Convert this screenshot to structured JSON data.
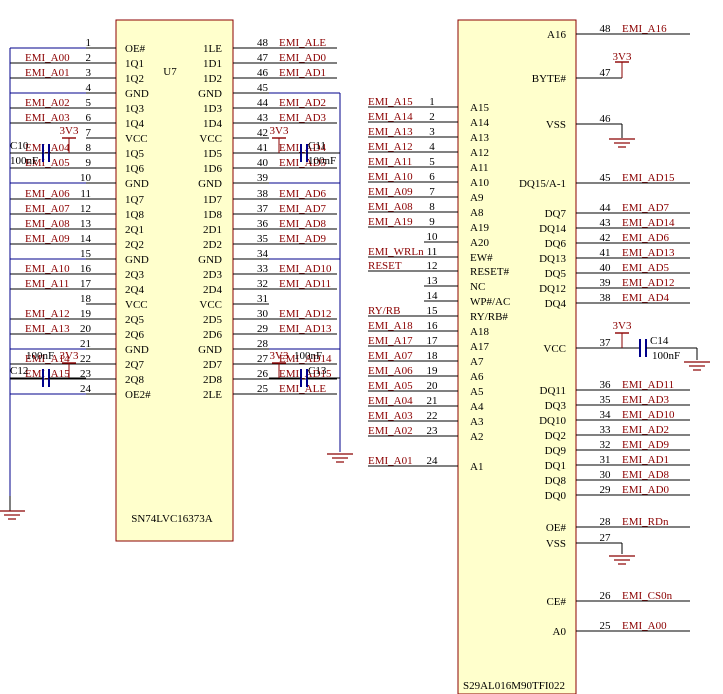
{
  "colors": {
    "wire": "#000000",
    "bus": "#00008b",
    "net": "#8b0000",
    "chip_fill": "#ffffcc",
    "chip_border": "#8b0000",
    "cap": "#00008b",
    "ground": "#8b0000"
  },
  "u7": {
    "ref": "U7",
    "part": "SN74LVC16373A",
    "left_pins": [
      {
        "num": "1",
        "name": "OE#",
        "net": "EMI_A00"
      },
      {
        "num": "2",
        "name": "1Q1",
        "net": "EMI_A00"
      },
      {
        "num": "3",
        "name": "1Q2",
        "net": "EMI_A01"
      },
      {
        "num": "4",
        "name": "GND",
        "net": ""
      },
      {
        "num": "5",
        "name": "1Q3",
        "net": "EMI_A02"
      },
      {
        "num": "6",
        "name": "1Q4",
        "net": "EMI_A03"
      },
      {
        "num": "7",
        "name": "VCC",
        "net": ""
      },
      {
        "num": "8",
        "name": "1Q5",
        "net": "EMI_A04"
      },
      {
        "num": "9",
        "name": "1Q6",
        "net": "EMI_A05"
      },
      {
        "num": "10",
        "name": "GND",
        "net": ""
      },
      {
        "num": "11",
        "name": "1Q7",
        "net": "EMI_A06"
      },
      {
        "num": "12",
        "name": "1Q8",
        "net": "EMI_A07"
      },
      {
        "num": "13",
        "name": "2Q1",
        "net": "EMI_A08"
      },
      {
        "num": "14",
        "name": "2Q2",
        "net": "EMI_A09"
      },
      {
        "num": "15",
        "name": "GND",
        "net": ""
      },
      {
        "num": "16",
        "name": "2Q3",
        "net": "EMI_A10"
      },
      {
        "num": "17",
        "name": "2Q4",
        "net": "EMI_A11"
      },
      {
        "num": "18",
        "name": "VCC",
        "net": ""
      },
      {
        "num": "19",
        "name": "2Q5",
        "net": "EMI_A12"
      },
      {
        "num": "20",
        "name": "2Q6",
        "net": "EMI_A13"
      },
      {
        "num": "21",
        "name": "GND",
        "net": ""
      },
      {
        "num": "22",
        "name": "2Q7",
        "net": "EMI_A14"
      },
      {
        "num": "23",
        "name": "2Q8",
        "net": "EMI_A15"
      },
      {
        "num": "24",
        "name": "OE2#",
        "net": ""
      }
    ],
    "right_pins": [
      {
        "num": "48",
        "name": "1LE",
        "net": "EMI_ALE"
      },
      {
        "num": "47",
        "name": "1D1",
        "net": "EMI_AD0"
      },
      {
        "num": "46",
        "name": "1D2",
        "net": "EMI_AD1"
      },
      {
        "num": "45",
        "name": "GND",
        "net": ""
      },
      {
        "num": "44",
        "name": "1D3",
        "net": "EMI_AD2"
      },
      {
        "num": "43",
        "name": "1D4",
        "net": "EMI_AD3"
      },
      {
        "num": "42",
        "name": "VCC",
        "net": ""
      },
      {
        "num": "41",
        "name": "1D5",
        "net": "EMI_AD4"
      },
      {
        "num": "40",
        "name": "1D6",
        "net": "EMI_AD5"
      },
      {
        "num": "39",
        "name": "GND",
        "net": ""
      },
      {
        "num": "38",
        "name": "1D7",
        "net": "EMI_AD6"
      },
      {
        "num": "37",
        "name": "1D8",
        "net": "EMI_AD7"
      },
      {
        "num": "36",
        "name": "2D1",
        "net": "EMI_AD8"
      },
      {
        "num": "35",
        "name": "2D2",
        "net": "EMI_AD9"
      },
      {
        "num": "34",
        "name": "GND",
        "net": ""
      },
      {
        "num": "33",
        "name": "2D3",
        "net": "EMI_AD10"
      },
      {
        "num": "32",
        "name": "2D4",
        "net": "EMI_AD11"
      },
      {
        "num": "31",
        "name": "VCC",
        "net": ""
      },
      {
        "num": "30",
        "name": "2D5",
        "net": "EMI_AD12"
      },
      {
        "num": "29",
        "name": "2D6",
        "net": "EMI_AD13"
      },
      {
        "num": "28",
        "name": "GND",
        "net": ""
      },
      {
        "num": "27",
        "name": "2D7",
        "net": "EMI_AD14"
      },
      {
        "num": "26",
        "name": "2D8",
        "net": "EMI_AD15"
      },
      {
        "num": "25",
        "name": "2LE",
        "net": "EMI_ALE"
      }
    ]
  },
  "capacitors": [
    {
      "ref": "C10",
      "value": "100nF",
      "supply": "3V3"
    },
    {
      "ref": "C11",
      "value": "100nF",
      "supply": "3V3"
    },
    {
      "ref": "C12",
      "value": "100nF",
      "supply": "3V3"
    },
    {
      "ref": "C13",
      "value": "100nF",
      "supply": "3V3"
    },
    {
      "ref": "C14",
      "value": "100nF",
      "supply": "3V3"
    }
  ],
  "flash": {
    "part": "S29AL016M90TFI022",
    "left_pins": [
      {
        "num": "1",
        "name": "A15",
        "net": "EMI_A15"
      },
      {
        "num": "2",
        "name": "A14",
        "net": "EMI_A14"
      },
      {
        "num": "3",
        "name": "A13",
        "net": "EMI_A13"
      },
      {
        "num": "4",
        "name": "A12",
        "net": "EMI_A12"
      },
      {
        "num": "5",
        "name": "A11",
        "net": "EMI_A11"
      },
      {
        "num": "6",
        "name": "A10",
        "net": "EMI_A10"
      },
      {
        "num": "7",
        "name": "A9",
        "net": "EMI_A09"
      },
      {
        "num": "8",
        "name": "A8",
        "net": "EMI_A08"
      },
      {
        "num": "9",
        "name": "A19",
        "net": "EMI_A19"
      },
      {
        "num": "10",
        "name": "A20",
        "net": ""
      },
      {
        "num": "11",
        "name": "EW#",
        "net": "EMI_WRLn"
      },
      {
        "num": "12",
        "name": "RESET#",
        "net": "RESET"
      },
      {
        "num": "13",
        "name": "NC",
        "net": ""
      },
      {
        "num": "14",
        "name": "WP#/AC",
        "net": ""
      },
      {
        "num": "15",
        "name": "RY/RB#",
        "net": "RY/RB"
      },
      {
        "num": "16",
        "name": "A18",
        "net": "EMI_A18"
      },
      {
        "num": "17",
        "name": "A17",
        "net": "EMI_A17"
      },
      {
        "num": "18",
        "name": "A7",
        "net": "EMI_A07"
      },
      {
        "num": "19",
        "name": "A6",
        "net": "EMI_A06"
      },
      {
        "num": "20",
        "name": "A5",
        "net": "EMI_A05"
      },
      {
        "num": "21",
        "name": "A4",
        "net": "EMI_A04"
      },
      {
        "num": "22",
        "name": "A3",
        "net": "EMI_A03"
      },
      {
        "num": "23",
        "name": "A2",
        "net": "EMI_A02"
      },
      {
        "num": "24",
        "name": "A1",
        "net": "EMI_A01"
      }
    ],
    "right_pins": [
      {
        "num": "48",
        "name": "A16",
        "net": "EMI_A16"
      },
      {
        "num": "47",
        "name": "BYTE#",
        "net": ""
      },
      {
        "num": "46",
        "name": "VSS",
        "net": ""
      },
      {
        "num": "45",
        "name": "DQ15/A-1",
        "net": "EMI_AD15"
      },
      {
        "num": "44",
        "name": "DQ7",
        "net": "EMI_AD7"
      },
      {
        "num": "43",
        "name": "DQ14",
        "net": "EMI_AD14"
      },
      {
        "num": "42",
        "name": "DQ6",
        "net": "EMI_AD6"
      },
      {
        "num": "41",
        "name": "DQ13",
        "net": "EMI_AD13"
      },
      {
        "num": "40",
        "name": "DQ5",
        "net": "EMI_AD5"
      },
      {
        "num": "39",
        "name": "DQ12",
        "net": "EMI_AD12"
      },
      {
        "num": "38",
        "name": "DQ4",
        "net": "EMI_AD4"
      },
      {
        "num": "37",
        "name": "VCC",
        "net": ""
      },
      {
        "num": "36",
        "name": "DQ11",
        "net": "EMI_AD11"
      },
      {
        "num": "35",
        "name": "DQ3",
        "net": "EMI_AD3"
      },
      {
        "num": "34",
        "name": "DQ10",
        "net": "EMI_AD10"
      },
      {
        "num": "33",
        "name": "DQ2",
        "net": "EMI_AD2"
      },
      {
        "num": "32",
        "name": "DQ9",
        "net": "EMI_AD9"
      },
      {
        "num": "31",
        "name": "DQ1",
        "net": "EMI_AD1"
      },
      {
        "num": "30",
        "name": "DQ8",
        "net": "EMI_AD8"
      },
      {
        "num": "29",
        "name": "DQ0",
        "net": "EMI_AD0"
      },
      {
        "num": "28",
        "name": "OE#",
        "net": "EMI_RDn"
      },
      {
        "num": "27",
        "name": "VSS",
        "net": ""
      },
      {
        "num": "26",
        "name": "CE#",
        "net": "EMI_CS0n"
      },
      {
        "num": "25",
        "name": "A0",
        "net": "EMI_A00"
      }
    ]
  }
}
